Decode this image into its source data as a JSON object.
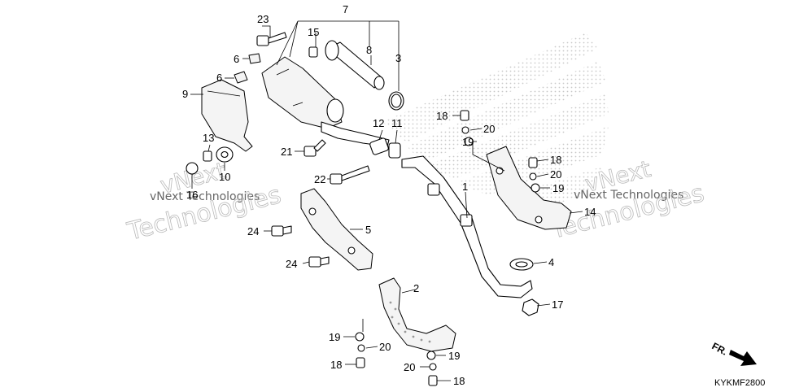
{
  "diagram": {
    "callouts": [
      {
        "id": "c23",
        "text": "23"
      },
      {
        "id": "c7",
        "text": "7"
      },
      {
        "id": "c15",
        "text": "15"
      },
      {
        "id": "c8",
        "text": "8"
      },
      {
        "id": "c3",
        "text": "3"
      },
      {
        "id": "c6a",
        "text": "6"
      },
      {
        "id": "c6b",
        "text": "6"
      },
      {
        "id": "c9",
        "text": "9"
      },
      {
        "id": "c13",
        "text": "13"
      },
      {
        "id": "c16",
        "text": "16"
      },
      {
        "id": "c10",
        "text": "10"
      },
      {
        "id": "c21",
        "text": "21"
      },
      {
        "id": "c12",
        "text": "12"
      },
      {
        "id": "c11",
        "text": "11"
      },
      {
        "id": "c22",
        "text": "22"
      },
      {
        "id": "c18a",
        "text": "18"
      },
      {
        "id": "c20a",
        "text": "20"
      },
      {
        "id": "c19a",
        "text": "19"
      },
      {
        "id": "c18b",
        "text": "18"
      },
      {
        "id": "c20b",
        "text": "20"
      },
      {
        "id": "c19b",
        "text": "19"
      },
      {
        "id": "c14",
        "text": "14"
      },
      {
        "id": "c1",
        "text": "1"
      },
      {
        "id": "c5",
        "text": "5"
      },
      {
        "id": "c24a",
        "text": "24"
      },
      {
        "id": "c24b",
        "text": "24"
      },
      {
        "id": "c4",
        "text": "4"
      },
      {
        "id": "c2",
        "text": "2"
      },
      {
        "id": "c17",
        "text": "17"
      },
      {
        "id": "c19c",
        "text": "19"
      },
      {
        "id": "c20c",
        "text": "20"
      },
      {
        "id": "c18c",
        "text": "18"
      },
      {
        "id": "c19d",
        "text": "19"
      },
      {
        "id": "c20d",
        "text": "20"
      },
      {
        "id": "c18d",
        "text": "18"
      }
    ],
    "watermark": {
      "line1": "vNext Technologies",
      "line2": "vNext",
      "line3": "Technologies"
    },
    "front_label": "FR.",
    "diagram_code": "KYKMF2800"
  }
}
